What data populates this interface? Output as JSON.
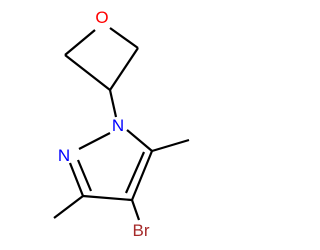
{
  "molecule": {
    "atoms": {
      "oxygen": {
        "symbol": "O",
        "color": "#ff0000"
      },
      "n1": {
        "symbol": "N",
        "color": "#0000ff"
      },
      "n2": {
        "symbol": "N",
        "color": "#0000ff"
      },
      "bromine": {
        "symbol": "Br",
        "color": "#a52a2a"
      }
    },
    "bond_color": "#000000",
    "background": "#ffffff"
  }
}
